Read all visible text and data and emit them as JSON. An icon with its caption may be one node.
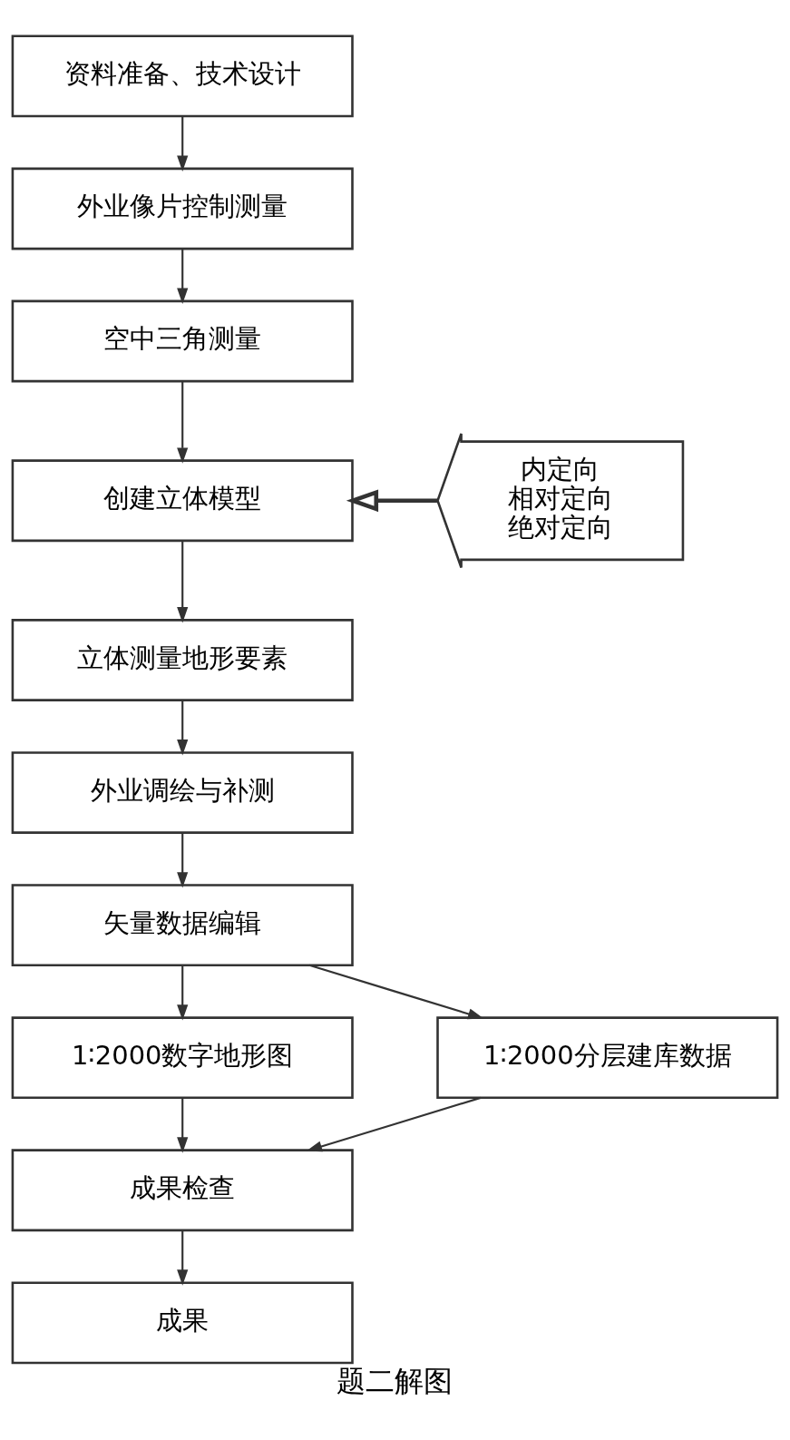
{
  "diagram": {
    "caption": "题二解图",
    "nodes": [
      {
        "text": [
          "资料准备、技术设计"
        ]
      },
      {
        "text": [
          "外业像片控制测量"
        ]
      },
      {
        "text": [
          "空中三角测量"
        ]
      },
      {
        "text": [
          "创建立体模型"
        ]
      },
      {
        "text": [
          "内定向",
          "相对定向",
          "绝对定向"
        ]
      },
      {
        "text": [
          "立体测量地形要素"
        ]
      },
      {
        "text": [
          "外业调绘与补测"
        ]
      },
      {
        "text": [
          "矢量数据编辑"
        ]
      },
      {
        "text": [
          "1∶2000数字地形图"
        ]
      },
      {
        "text": [
          "1∶2000分层建库数据"
        ]
      },
      {
        "text": [
          "成果检查"
        ]
      },
      {
        "text": [
          "成果"
        ]
      }
    ],
    "edges": [
      {
        "from": 0,
        "to": 1,
        "arrow": "to"
      },
      {
        "from": 1,
        "to": 2,
        "arrow": "to"
      },
      {
        "from": 2,
        "to": 3,
        "arrow": "to"
      },
      {
        "from": 4,
        "to": 3,
        "arrow": "to",
        "style": "thick"
      },
      {
        "from": 3,
        "to": 5,
        "arrow": "to"
      },
      {
        "from": 5,
        "to": 6,
        "arrow": "to"
      },
      {
        "from": 6,
        "to": 7,
        "arrow": "to"
      },
      {
        "from": 7,
        "to": 8,
        "arrow": "to"
      },
      {
        "from": 7,
        "to": 9,
        "arrow": "to"
      },
      {
        "from": 8,
        "to": 10,
        "arrow": "to"
      },
      {
        "from": 9,
        "to": 10,
        "arrow": "to"
      },
      {
        "from": 10,
        "to": 11,
        "arrow": "to"
      }
    ]
  }
}
